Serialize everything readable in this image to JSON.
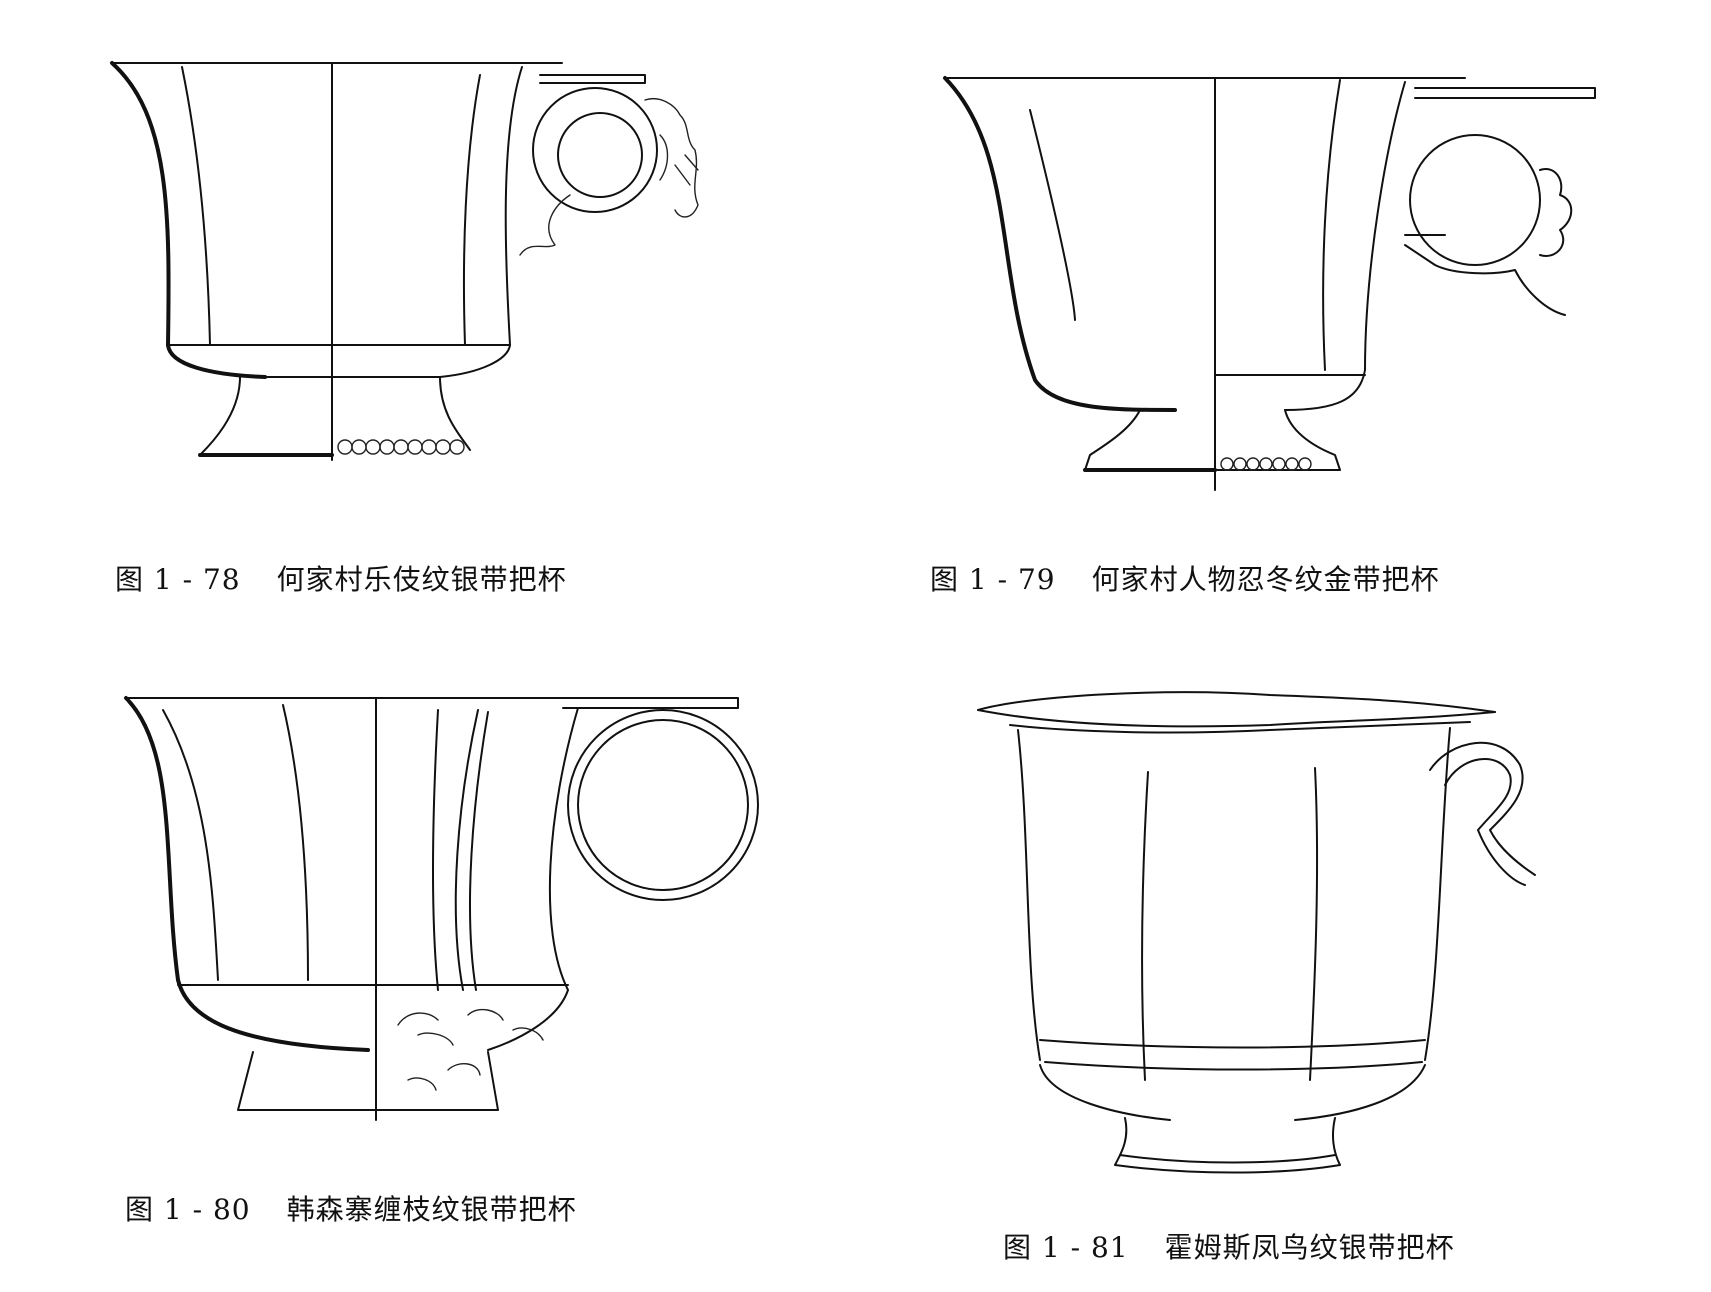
{
  "figures": [
    {
      "number": "图 1 - 78",
      "title": "何家村乐伎纹银带把杯"
    },
    {
      "number": "图 1 - 79",
      "title": "何家村人物忍冬纹金带把杯"
    },
    {
      "number": "图 1 - 80",
      "title": "韩森寨缠枝纹银带把杯"
    },
    {
      "number": "图 1 - 81",
      "title": "霍姆斯凤鸟纹银带把杯"
    }
  ]
}
